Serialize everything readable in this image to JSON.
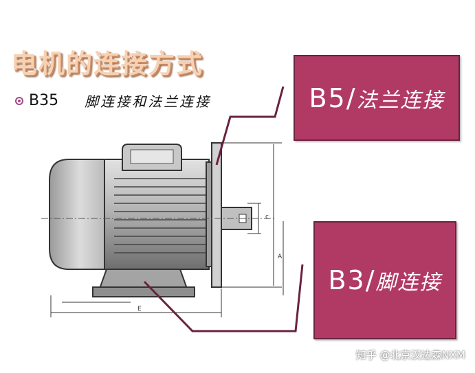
{
  "slide": {
    "title": "电机的连接方式",
    "bullet": {
      "code": "B35",
      "text": "脚连接和法兰连接"
    }
  },
  "labels": {
    "b5": {
      "code": "B5/",
      "text": "法兰连接"
    },
    "b3": {
      "code": "B3/",
      "text": "脚连接"
    }
  },
  "dimension_marks": {
    "height": "c",
    "center": "A",
    "length": "E"
  },
  "watermark": "知乎 @北京汉达森NXM",
  "colors": {
    "label_fill": "#b13a64",
    "title_fill": "#f6d2b4",
    "bullet": "#a04a8a"
  }
}
